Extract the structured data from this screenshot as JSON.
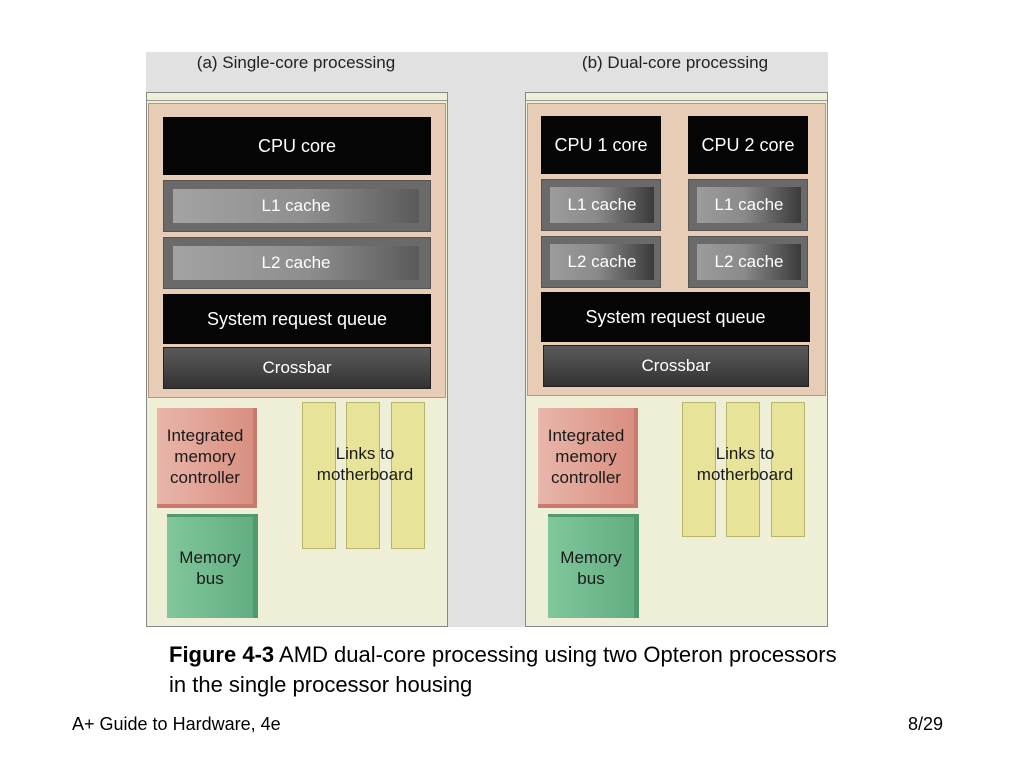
{
  "panels": {
    "single": {
      "title": "(a) Single-core processing",
      "cpu": "CPU core",
      "l1": "L1 cache",
      "l2": "L2 cache",
      "srq": "System request queue",
      "crossbar": "Crossbar",
      "imc": [
        "Integrated",
        "memory",
        "controller"
      ],
      "membus": [
        "Memory",
        "bus"
      ],
      "links": [
        "Links to",
        "motherboard"
      ]
    },
    "dual": {
      "title": "(b) Dual-core processing",
      "cpu1": "CPU 1 core",
      "cpu2": "CPU 2 core",
      "l1_1": "L1 cache",
      "l1_2": "L1 cache",
      "l2_1": "L2 cache",
      "l2_2": "L2 cache",
      "srq": "System request queue",
      "crossbar": "Crossbar",
      "imc": [
        "Integrated",
        "memory",
        "controller"
      ],
      "membus": [
        "Memory",
        "bus"
      ],
      "links": [
        "Links to",
        "motherboard"
      ]
    }
  },
  "caption": {
    "label": "Figure 4-3",
    "text": " AMD dual-core processing using two Opteron processors in the single processor housing"
  },
  "footer": {
    "left": "A+ Guide to Hardware, 4e",
    "right": "8/29"
  }
}
